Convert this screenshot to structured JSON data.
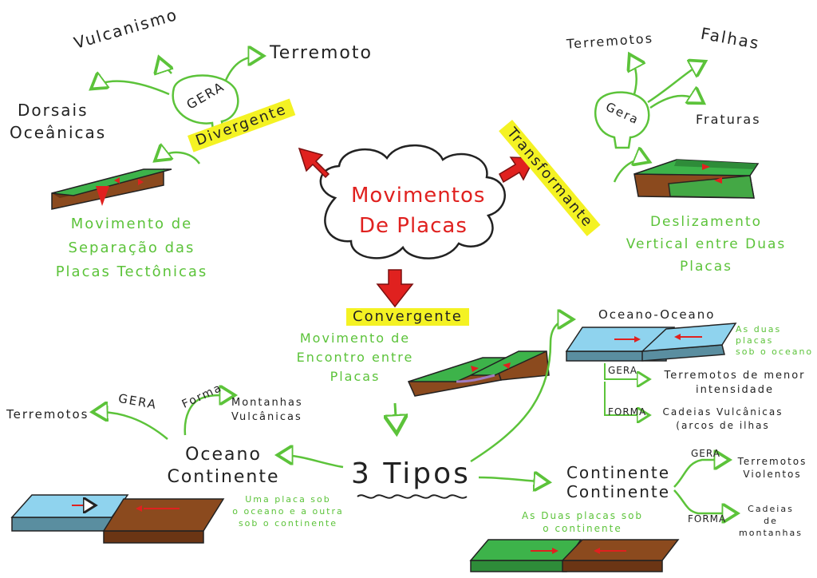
{
  "center": {
    "line1": "Movimentos",
    "line2": "De Placas"
  },
  "divergent": {
    "label": "Divergente",
    "gera": "GERA",
    "products": [
      "Vulcanismo",
      "Terremoto",
      "Dorsais",
      "Oceânicas"
    ],
    "description": [
      "Movimento de",
      "Separação das",
      "Placas Tectônicas"
    ]
  },
  "transform": {
    "label": "Transformante",
    "gera": "Gera",
    "products": [
      "Terremotos",
      "Falhas",
      "Fraturas"
    ],
    "description": [
      "Deslizamento",
      "Vertical entre Duas",
      "Placas"
    ]
  },
  "convergent": {
    "label": "Convergente",
    "description": [
      "Movimento de",
      "Encontro entre",
      "Placas"
    ],
    "types_title": "3 Tipos",
    "oceano_continente": {
      "title": [
        "Oceano",
        "Continente"
      ],
      "gera": "GERA",
      "gera_result": "Terremotos",
      "forma": "Forma",
      "forma_result": [
        "Montanhas",
        "Vulcânicas"
      ],
      "note": [
        "Uma placa sob",
        "o oceano e a outra",
        "sob o continente"
      ]
    },
    "oceano_oceano": {
      "title": "Oceano-Oceano",
      "note": [
        "As duas placas",
        "sob o oceano"
      ],
      "gera": "GERA",
      "gera_result": [
        "Terremotos de menor",
        "intensidade"
      ],
      "forma": "FORMA",
      "forma_result": [
        "Cadeias Vulcânicas",
        "(arcos de ilhas"
      ]
    },
    "continente_continente": {
      "title": [
        "Continente",
        "Continente"
      ],
      "note": [
        "As Duas placas sob",
        "o continente"
      ],
      "gera": "GERA",
      "gera_result": [
        "Terremotos",
        "Violentos"
      ],
      "forma": "FORMA",
      "forma_result": [
        "Cadeias",
        "de",
        "montanhas"
      ]
    }
  },
  "colors": {
    "red": "#e0211f",
    "green": "#5cc33a",
    "highlight": "#f4f223",
    "ocean": "#8fd3ee",
    "land_green": "#3db34a",
    "crust_brown": "#8b4a1e"
  }
}
